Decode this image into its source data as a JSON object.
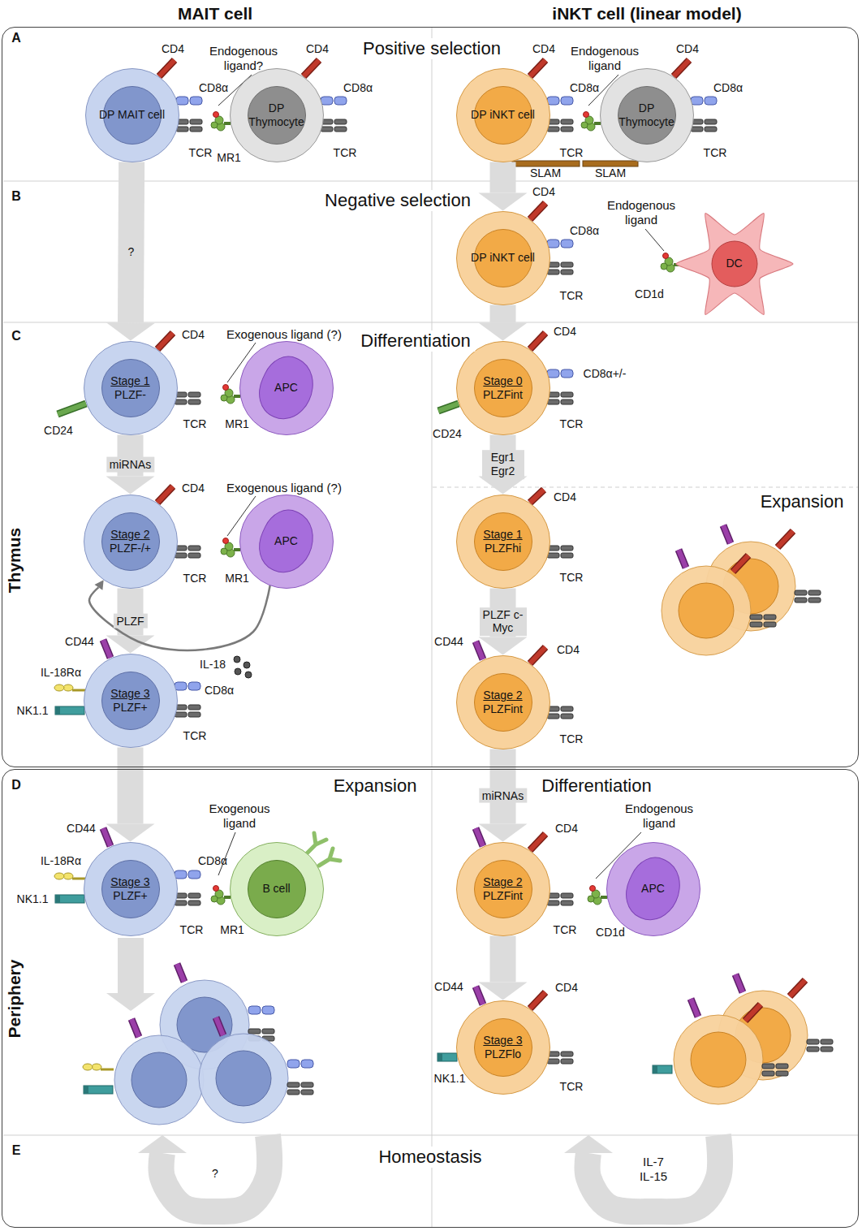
{
  "diagram": {
    "nodes": [
      {
        "text": [
          "Thymus"
        ]
      },
      {
        "text": [
          "DP MAIT cell"
        ],
        "in": 0
      },
      {
        "text": [
          "DP Thymocyte"
        ],
        "in": 0
      },
      {
        "text": [
          "DP iNKT cell"
        ],
        "in": 0
      },
      {
        "text": [
          "DP Thymocyte"
        ],
        "in": 0
      },
      {
        "text": [
          "DP iNKT cell"
        ],
        "in": 0
      },
      {
        "text": [
          "DC"
        ],
        "in": 0
      },
      {
        "text": [
          "Stage 1",
          "PLZF-"
        ],
        "in": 0
      },
      {
        "text": [
          "APC"
        ],
        "in": 0
      },
      {
        "text": [
          "Stage 0",
          "PLZFint"
        ],
        "in": 0
      },
      {
        "text": [
          "Stage 2",
          "PLZF-/+"
        ],
        "in": 0
      },
      {
        "text": [
          "APC"
        ],
        "in": 0
      },
      {
        "text": [
          "Stage 1",
          "PLZFhi"
        ],
        "in": 0
      },
      {
        "text": [
          "Stage 3",
          "PLZF+"
        ],
        "in": 0
      },
      {
        "text": [
          "Stage 2",
          "PLZFint"
        ],
        "in": 0
      },
      {
        "text": [
          "Periphery"
        ]
      },
      {
        "text": [
          "Stage 3",
          "PLZF+"
        ],
        "in": 15
      },
      {
        "text": [
          "B cell"
        ],
        "in": 15
      },
      {
        "text": [
          "Stage 2",
          "PLZFint"
        ],
        "in": 15
      },
      {
        "text": [
          "APC"
        ],
        "in": 15
      },
      {
        "text": [
          "Stage 3",
          "PLZFlo"
        ],
        "in": 15
      }
    ],
    "edges": [
      {
        "from": 1,
        "to": 7,
        "arrow": "to",
        "label": "?"
      },
      {
        "from": 3,
        "to": 5,
        "arrow": "to"
      },
      {
        "from": 5,
        "to": 9,
        "arrow": "to"
      },
      {
        "from": 7,
        "to": 10,
        "arrow": "to",
        "label": "miRNAs"
      },
      {
        "from": 9,
        "to": 12,
        "arrow": "to",
        "label": "Egr1 Egr2"
      },
      {
        "from": 10,
        "to": 13,
        "arrow": "to",
        "label": "PLZF"
      },
      {
        "from": 11,
        "to": 10,
        "arrow": "to"
      },
      {
        "from": 12,
        "to": 14,
        "arrow": "to",
        "label": "PLZF c-Myc"
      },
      {
        "from": 13,
        "to": 16,
        "arrow": "to"
      },
      {
        "from": 14,
        "to": 18,
        "arrow": "to",
        "label": "miRNAs"
      },
      {
        "from": 18,
        "to": 20,
        "arrow": "to"
      }
    ],
    "labels": [
      "MAIT cell",
      "iNKT cell (linear model)",
      "A",
      "Positive selection",
      "CD4",
      "CD8α",
      "TCR",
      "Endogenous ligand?",
      "MR1",
      "CD4",
      "CD8α",
      "TCR",
      "CD4",
      "CD8α",
      "TCR",
      "Endogenous ligand",
      "CD4",
      "CD8α",
      "TCR",
      "SLAM",
      "SLAM",
      "B",
      "Negative selection",
      "CD4",
      "CD8α",
      "TCR",
      "Endogenous ligand",
      "CD1d",
      "C",
      "Differentiation",
      "CD4",
      "Exogenous ligand (?)",
      "CD24",
      "TCR",
      "MR1",
      "CD4",
      "Exogenous ligand (?)",
      "TCR",
      "MR1",
      "IL-18",
      "CD44",
      "IL-18Rα",
      "NK1.1",
      "CD8α",
      "TCR",
      "CD4",
      "CD8α+/-",
      "CD24",
      "TCR",
      "Expansion",
      "CD4",
      "TCR",
      "CD44",
      "CD4",
      "TCR",
      "D",
      "Expansion",
      "Differentiation",
      "Exogenous ligand",
      "CD44",
      "IL-18Rα",
      "NK1.1",
      "CD8α",
      "TCR",
      "MR1",
      "CD4",
      "Endogenous ligand",
      "TCR",
      "CD1d",
      "CD44",
      "CD4",
      "NK1.1",
      "TCR",
      "E",
      "Homeostasis",
      "?",
      "IL-7 IL-15"
    ]
  }
}
